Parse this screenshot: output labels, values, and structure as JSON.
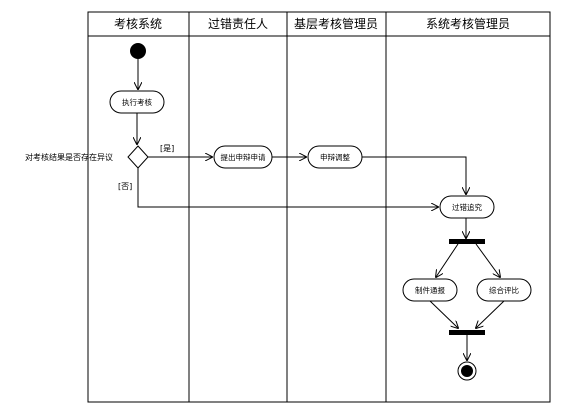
{
  "lanes": [
    {
      "title": "考核系统"
    },
    {
      "title": "过错责任人"
    },
    {
      "title": "基层考核管理员"
    },
    {
      "title": "系统考核管理员"
    }
  ],
  "nodes": {
    "execute_review": "执行考核",
    "submit_appeal": "提出申辩申请",
    "appeal_adjust": "申辩调整",
    "fault_accountability": "过错追究",
    "component_notice": "制件通报",
    "overall_rating": "综合评比"
  },
  "decision": {
    "question": "对考核结果是否存在异议",
    "yes_label": "[是]",
    "no_label": "[否]"
  }
}
